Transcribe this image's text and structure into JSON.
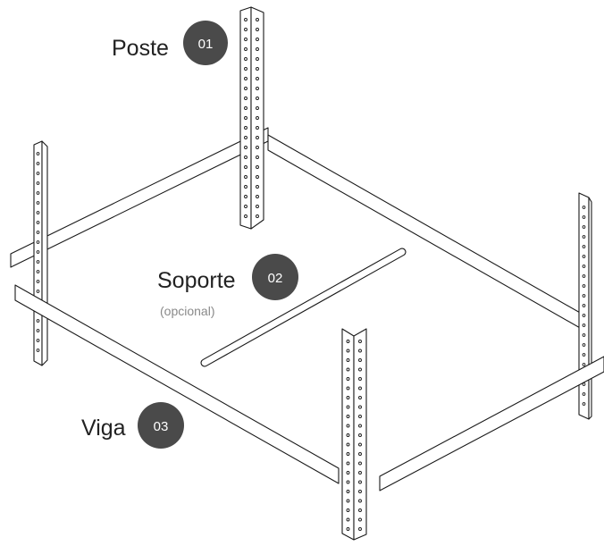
{
  "parts": [
    {
      "label": "Poste",
      "number": "01"
    },
    {
      "label": "Soporte",
      "number": "02",
      "note": "(opcional)"
    },
    {
      "label": "Viga",
      "number": "03"
    }
  ],
  "colors": {
    "badge": "#4a4a4a",
    "badge_text": "#ffffff",
    "line": "#1a1a1a",
    "note_text": "#8a8a8a"
  }
}
